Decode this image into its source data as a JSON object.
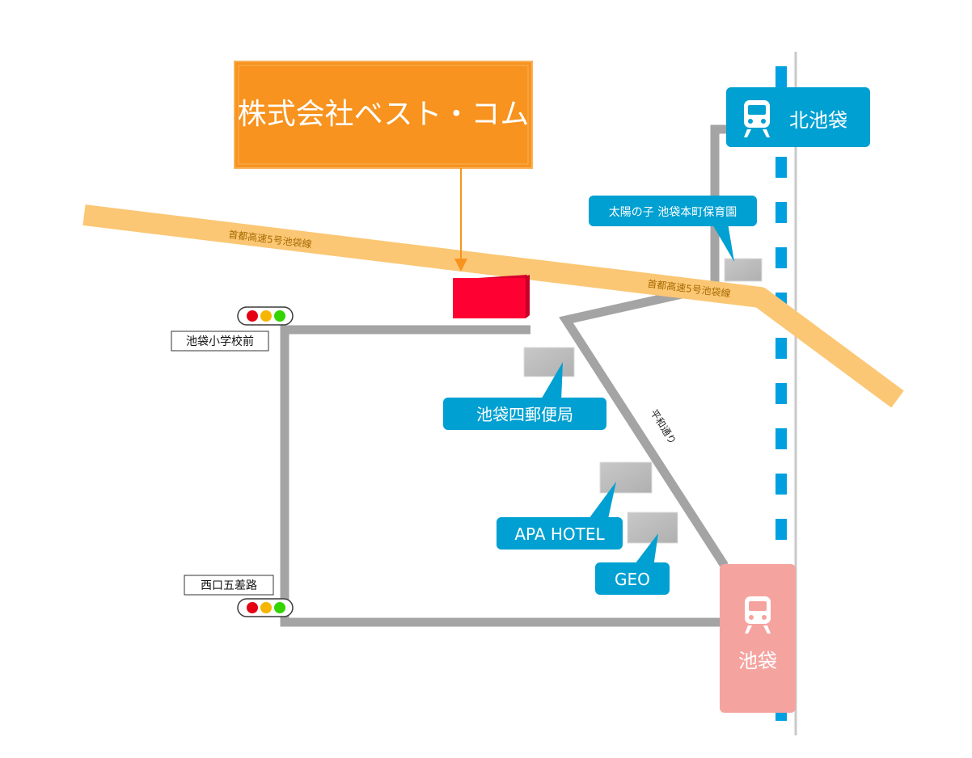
{
  "company": {
    "name": "株式会社ベスト・コム"
  },
  "stations": [
    {
      "name": "北池袋",
      "icon": "train-icon"
    },
    {
      "name": "池袋",
      "icon": "train-icon"
    }
  ],
  "roads": {
    "expressway": [
      "首都高速5号池袋線",
      "首都高速5号池袋線"
    ],
    "street": "平和通り"
  },
  "intersections": [
    "池袋小学校前",
    "西口五差路"
  ],
  "landmarks": [
    "太陽の子 池袋本町保育園",
    "池袋四郵便局",
    "APA HOTEL",
    "GEO"
  ],
  "colors": {
    "company_box": "#F7931E",
    "company_box_border": "#F9B15A",
    "building_target": "#FF0033",
    "expressway": "#FBC774",
    "road": "#A4A4A4",
    "label_blue": "#00A0D2",
    "station_main": "#F5A39F",
    "rail_dash": "#00A0E0",
    "expressway_text": "#A86A00"
  }
}
